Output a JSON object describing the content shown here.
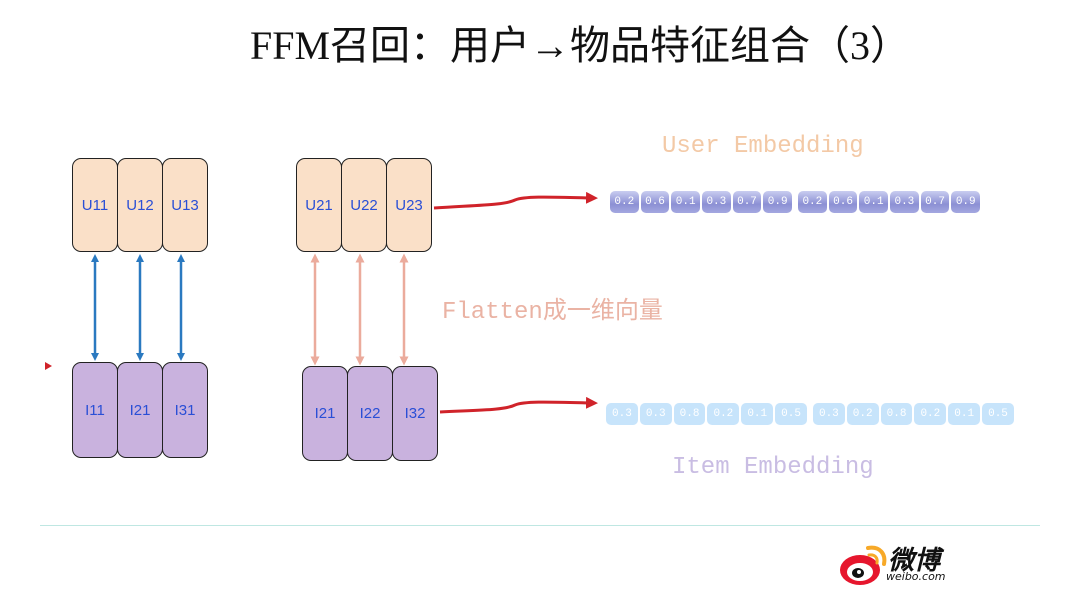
{
  "title": "FFM召回：用户→物品特征组合（3）",
  "left_group": {
    "user_cells": [
      "U11",
      "U12",
      "U13"
    ],
    "item_cells": [
      "I11",
      "I21",
      "I31"
    ]
  },
  "right_group": {
    "user_cells": [
      "U21",
      "U22",
      "U23"
    ],
    "item_cells": [
      "I21",
      "I22",
      "I32"
    ]
  },
  "flatten_label": "Flatten成一维向量",
  "user_embedding": {
    "label": "User Embedding",
    "label_color": "#f3c9a6",
    "values": [
      "0.2",
      "0.6",
      "0.1",
      "0.3",
      "0.7",
      "0.9",
      "0.2",
      "0.6",
      "0.1",
      "0.3",
      "0.7",
      "0.9"
    ]
  },
  "item_embedding": {
    "label": "Item Embedding",
    "label_color": "#c9bde3",
    "values": [
      "0.3",
      "0.3",
      "0.8",
      "0.2",
      "0.1",
      "0.5",
      "0.3",
      "0.2",
      "0.8",
      "0.2",
      "0.1",
      "0.5"
    ]
  },
  "colors": {
    "user_cell": "#fae0c8",
    "item_cell": "#c9b2de",
    "cell_text": "#2a4fd6",
    "blue_arrow": "#2a79c0",
    "pink_arrow": "#ebab9c",
    "red_arrow": "#d0232a"
  },
  "logo": {
    "cn": "微博",
    "en": "weibo.com",
    "icon": "weibo-eye-icon"
  }
}
